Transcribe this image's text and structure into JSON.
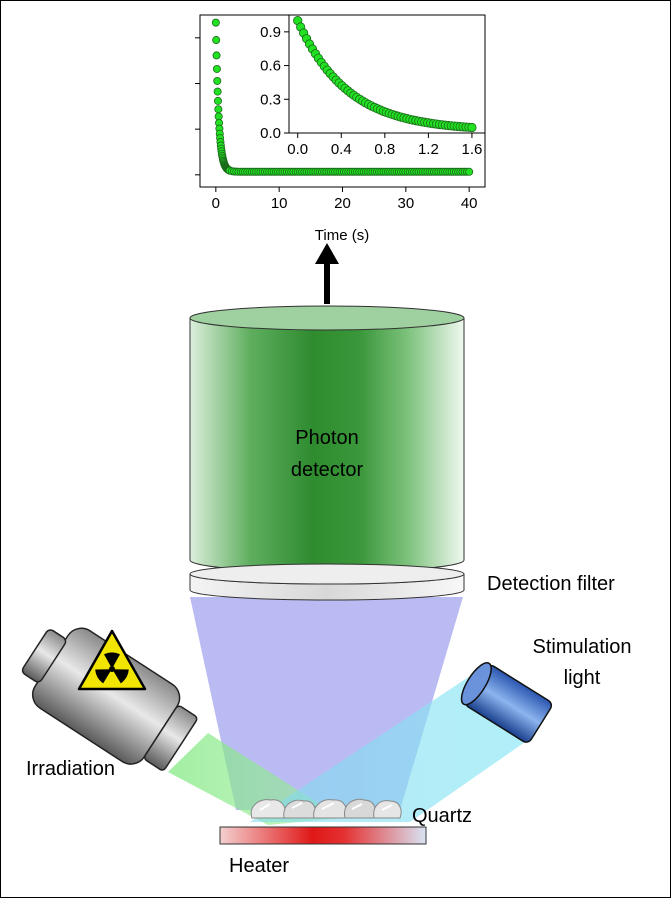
{
  "labels": {
    "detector_line1": "Photon",
    "detector_line2": "detector",
    "detection_filter": "Detection filter",
    "stimulation_line1": "Stimulation",
    "stimulation_line2": "light",
    "irradiation": "Irradiation",
    "quartz": "Quartz",
    "heater": "Heater"
  },
  "colors": {
    "marker": "#22e022",
    "detector": "#2e8b2e",
    "cone": "#b0b0f0",
    "stimulation_beam": "#7fe6f4",
    "irradiation_beam": "#90ee90",
    "heater": "#e02020"
  },
  "icons": {
    "radiation": "radiation-hazard-icon"
  },
  "chart_data": [
    {
      "type": "scatter",
      "xlabel": "Time (s)",
      "ylabel": "",
      "xlim": [
        -2.5,
        42.5
      ],
      "ylim": [
        -0.08,
        1.05
      ],
      "x_ticks": [
        0,
        10,
        20,
        30,
        40
      ],
      "x_tick_labels": [
        "0",
        "10",
        "20",
        "30",
        "40"
      ],
      "y_ticks": [
        0.0,
        0.3,
        0.6,
        0.9
      ],
      "y_tick_labels": [],
      "curve": "exponential decay",
      "decay_constant_per_s": 2.2,
      "x_range": [
        0,
        40
      ],
      "marker": "circle",
      "marker_color": "#22e022"
    },
    {
      "type": "scatter",
      "xlabel": "",
      "ylabel": "",
      "xlim": [
        -0.08,
        1.72
      ],
      "ylim": [
        0,
        1.05
      ],
      "x_ticks": [
        0.0,
        0.4,
        0.8,
        1.2,
        1.6
      ],
      "x_tick_labels": [
        "0.0",
        "0.4",
        "0.8",
        "1.2",
        "1.6"
      ],
      "y_ticks": [
        0.0,
        0.3,
        0.6,
        0.9
      ],
      "y_tick_labels": [
        "0.0",
        "0.3",
        "0.6",
        "0.9"
      ],
      "curve": "exponential decay",
      "decay_constant_per_s": 2.2,
      "x_range": [
        0,
        1.6
      ],
      "marker": "circle",
      "marker_color": "#22e022"
    }
  ]
}
